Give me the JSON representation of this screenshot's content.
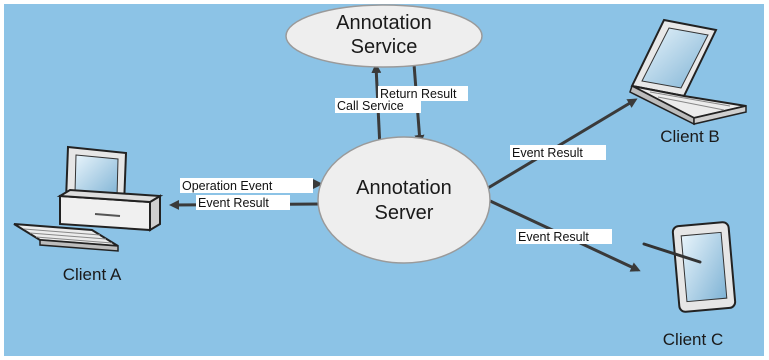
{
  "colors": {
    "background": "#8cc3e6",
    "node_fill": "#eeeeee",
    "arrow": "#3a3a3a"
  },
  "nodes": {
    "annotation_service": {
      "line1": "Annotation",
      "line2": "Service"
    },
    "annotation_server": {
      "line1": "Annotation",
      "line2": "Server"
    }
  },
  "clients": {
    "a": {
      "label": "Client A",
      "icon": "desktop-computer-icon"
    },
    "b": {
      "label": "Client B",
      "icon": "laptop-icon"
    },
    "c": {
      "label": "Client C",
      "icon": "tablet-icon"
    }
  },
  "edges": {
    "call_service": "Call Service",
    "return_result": "Return Result",
    "operation_event": "Operation Event",
    "event_result_a": "Event Result",
    "event_result_b": "Event Result",
    "event_result_c": "Event Result"
  }
}
